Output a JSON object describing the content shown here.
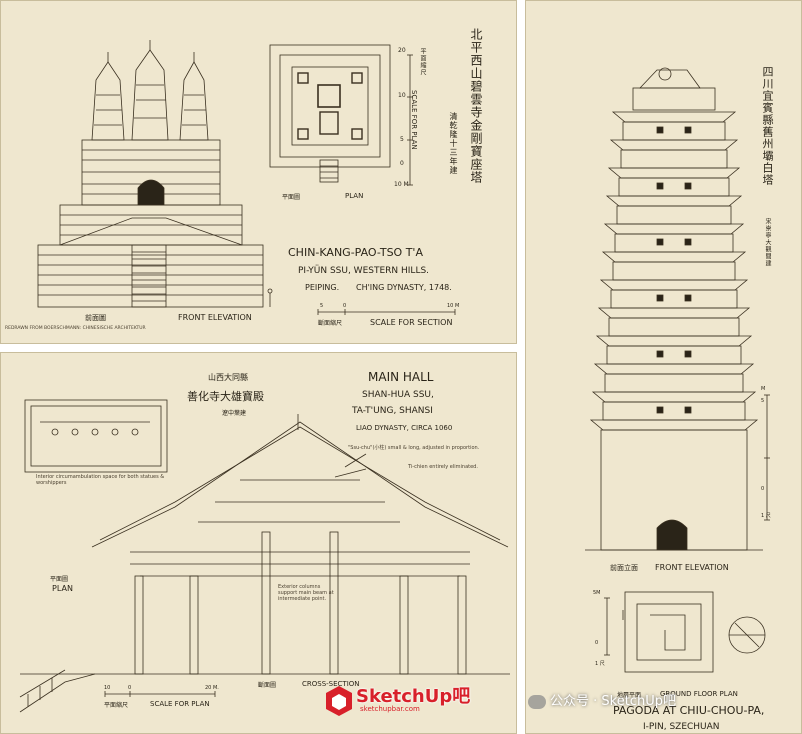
{
  "panel_top_left": {
    "title_cjk": "北平西山碧雲寺金剛寶座塔",
    "subtitle_cjk": "清乾隆十三年建",
    "title_en": "CHIN-KANG-PAO-TSO T'A",
    "location_1": "PI-YÜN SSU, WESTERN HILLS.",
    "location_2": "PEIPING.",
    "dynasty": "CH'ING DYNASTY, 1748.",
    "front_elevation_cjk": "前面圖",
    "front_elevation": "FRONT ELEVATION",
    "plan_cjk": "平面圖",
    "plan": "PLAN",
    "scale_for_plan": "SCALE FOR PLAN",
    "scale_for_plan_cjk": "平面縮尺",
    "scale_for_section": "SCALE FOR SECTION",
    "scale_for_section_cjk": "斷面縮尺",
    "credit": "REDRAWN FROM BOERSCHMANN: CHINESISCHE ARCHITEKTUR",
    "scale_nums": [
      "20",
      "10",
      "5",
      "0",
      "10 M"
    ],
    "section_scale_nums": [
      "5",
      "0",
      "10 M"
    ]
  },
  "panel_bottom_left": {
    "province_cjk": "山西大同縣",
    "temple_cjk": "善化寺大雄寶殿",
    "dynasty_cjk": "遼中葉建",
    "title": "MAIN HALL",
    "location_1": "SHAN-HUA SSU,",
    "location_2": "TA-T'UNG, SHANSI",
    "dynasty": "LIAO DYNASTY, CIRCA 1060",
    "note_1": "\"Ssu-chu\"(小柱) small & long, adjusted in proportion.",
    "note_2": "Ti-chien entirely eliminated.",
    "note_3": "Interior circumambulation space for both statues & worshippers",
    "note_4": "Exterior columns support main beam at intermediate point.",
    "plan_cjk": "平面圖",
    "plan": "PLAN",
    "cross_section_cjk": "斷面圖",
    "cross_section": "CROSS-SECTION",
    "scale_for_plan": "SCALE FOR PLAN",
    "scale_cjk": "平面縮尺",
    "scale_nums": [
      "10",
      "0",
      "20 M."
    ]
  },
  "panel_right": {
    "title_cjk": "四川宜賓縣舊州壩白塔",
    "dynasty_cjk": "宋崇寧大觀間建",
    "front_elevation_cjk": "前面立面",
    "front_elevation": "FRONT ELEVATION",
    "ground_plan_cjk": "地層平面",
    "ground_plan": "GROUND FLOOR PLAN",
    "title": "PAGODA AT CHIU-CHOU-PA,",
    "location": "I-PIN, SZECHUAN",
    "scale_nums": [
      "M",
      "5",
      "0",
      "1 尺"
    ],
    "plan_scale_nums": [
      "5M",
      "0",
      "1 尺"
    ]
  },
  "watermark": {
    "brand": "SketchUp吧",
    "url": "sketchupbar.com",
    "wechat": "公众号 · SketchUp吧"
  },
  "colors": {
    "paper": "#efe7cf",
    "ink": "#2a2418",
    "brand_red": "#d8202a"
  }
}
